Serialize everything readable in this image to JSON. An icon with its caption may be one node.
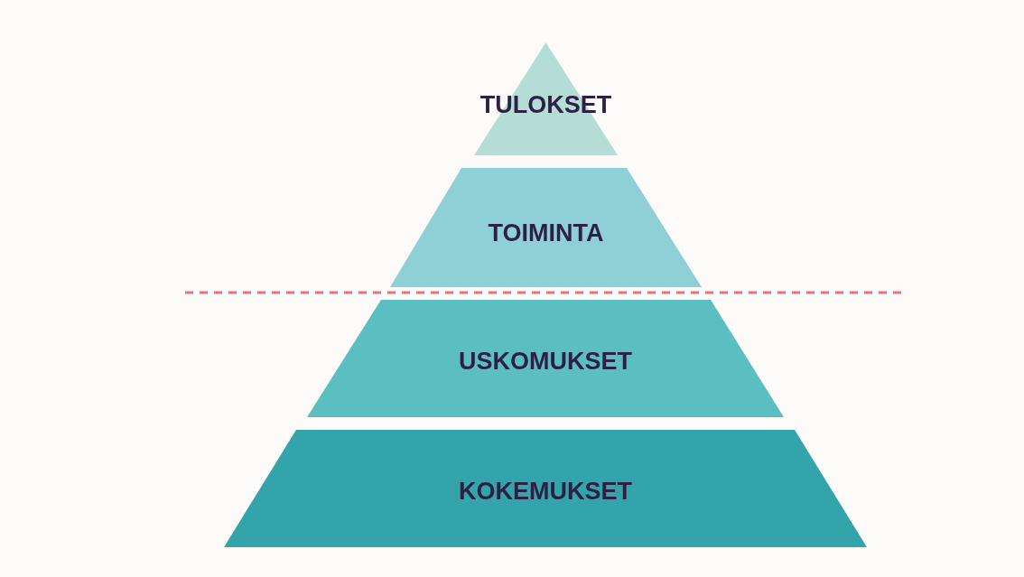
{
  "diagram": {
    "nodes": [
      {
        "text": [
          "TULOKSET"
        ]
      },
      {
        "text": [
          "TOIMINTA"
        ]
      },
      {
        "text": [
          "USKOMUKSET"
        ]
      },
      {
        "text": [
          "KOKEMUKSET"
        ]
      }
    ]
  }
}
